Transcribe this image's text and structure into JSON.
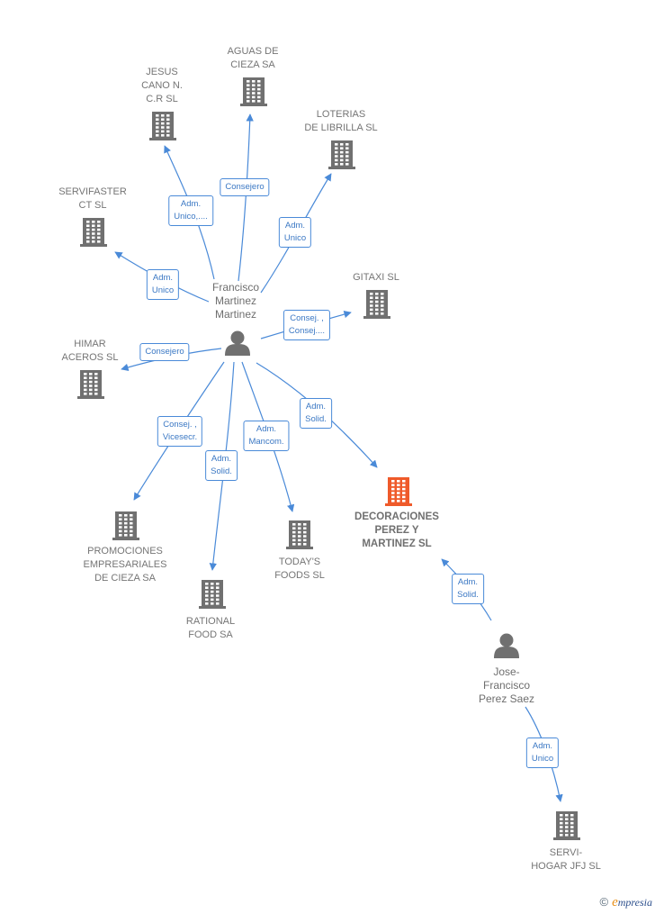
{
  "colors": {
    "edge": "#4a8ad8",
    "building": "#707070",
    "focus_building": "#ef5a2a",
    "person": "#707070"
  },
  "nodes": {
    "francisco": {
      "label": "Francisco\nMartinez\nMartinez",
      "icon": "person-icon"
    },
    "jose": {
      "label": "Jose-\nFrancisco\nPerez Saez",
      "icon": "person-icon"
    },
    "aguas": {
      "label": "AGUAS DE\nCIEZA SA",
      "icon": "building-icon"
    },
    "jesus": {
      "label": "JESUS\nCANO N.\nC.R SL",
      "icon": "building-icon"
    },
    "loterias": {
      "label": "LOTERIAS\nDE LIBRILLA SL",
      "icon": "building-icon"
    },
    "servifaster": {
      "label": "SERVIFASTER\nCT  SL",
      "icon": "building-icon"
    },
    "gitaxi": {
      "label": "GITAXI SL",
      "icon": "building-icon"
    },
    "himar": {
      "label": "HIMAR\nACEROS  SL",
      "icon": "building-icon"
    },
    "promociones": {
      "label": "PROMOCIONES\nEMPRESARIALES\nDE CIEZA SA",
      "icon": "building-icon"
    },
    "rational": {
      "label": "RATIONAL\nFOOD SA",
      "icon": "building-icon"
    },
    "todays": {
      "label": "TODAY'S\nFOODS  SL",
      "icon": "building-icon"
    },
    "decoraciones": {
      "label": "DECORACIONES\nPEREZ Y\nMARTINEZ  SL",
      "icon": "building-icon"
    },
    "servihogar": {
      "label": "SERVI-\nHOGAR JFJ  SL",
      "icon": "building-icon"
    }
  },
  "edges": {
    "aguas": "Consejero",
    "jesus": "Adm.\nUnico,....",
    "loterias": "Adm.\nUnico",
    "servifaster": "Adm.\nUnico",
    "gitaxi": "Consej. ,\nConsej....",
    "himar": "Consejero",
    "promociones": "Consej. ,\nVicesecr.",
    "rational": "Adm.\nSolid.",
    "todays": "Adm.\nMancom.",
    "decoraciones_francisco": "Adm.\nSolid.",
    "decoraciones_jose": "Adm.\nSolid.",
    "servihogar": "Adm.\nUnico"
  },
  "footer": {
    "copyright": "©",
    "brand_first": "e",
    "brand_rest": "mpresia"
  }
}
